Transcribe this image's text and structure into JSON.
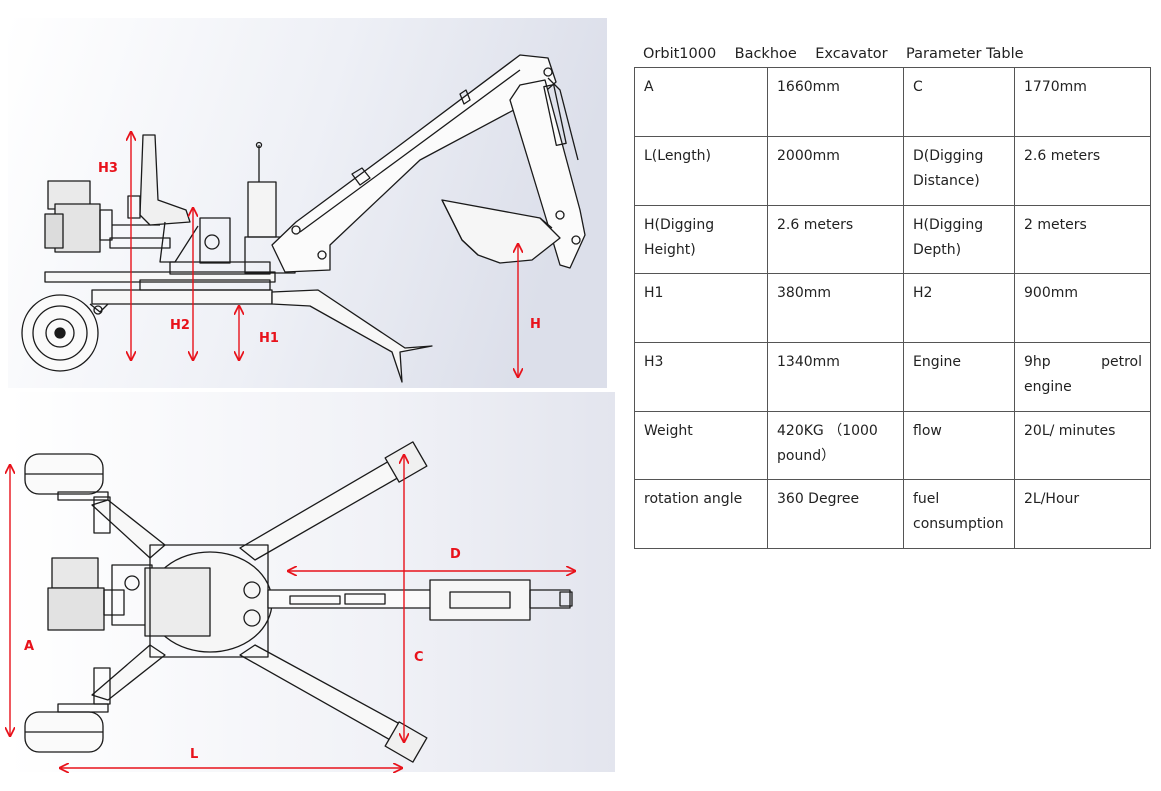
{
  "side_view": {
    "labels": {
      "h3": "H3",
      "h2": "H2",
      "h1": "H1",
      "h": "H"
    }
  },
  "top_view": {
    "labels": {
      "a": "A",
      "l": "L",
      "c": "C",
      "d": "D"
    }
  },
  "dimension_color": "#e8121b",
  "table": {
    "title": "Orbit1000    Backhoe    Excavator    Parameter Table",
    "rows": [
      {
        "k1": "A",
        "v1": "1660mm",
        "k2": "C",
        "v2": "1770mm"
      },
      {
        "k1": "L(Length)",
        "v1": "2000mm",
        "k2": "D(Digging Distance)",
        "v2": "2.6 meters"
      },
      {
        "k1": "H(Digging Height)",
        "v1": "2.6 meters",
        "k2": "H(Digging Depth)",
        "v2": "2 meters"
      },
      {
        "k1": "H1",
        "v1": "380mm",
        "k2": "H2",
        "v2": "900mm"
      },
      {
        "k1": "H3",
        "v1": "1340mm",
        "k2": "Engine",
        "v2": "9hp petrol engine"
      },
      {
        "k1": "Weight",
        "v1": "420KG （1000 pound）",
        "k2": "flow",
        "v2": "20L/ minutes"
      },
      {
        "k1": "rotation angle",
        "v1": "360 Degree",
        "k2": "fuel consumption",
        "v2": "2L/Hour"
      }
    ]
  }
}
